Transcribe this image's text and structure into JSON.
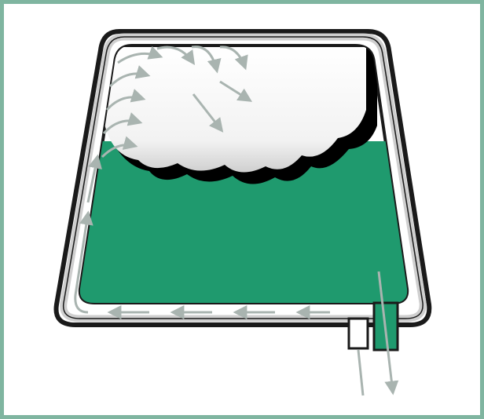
{
  "diagram": {
    "type": "jacketed-tank-illustration",
    "colors": {
      "frame": "#7fb5a0",
      "liquid": "#1f9a6e",
      "jacket_wall": "#1a1a1a",
      "jacket_gap": "#c9c9c9",
      "flow_arrow": "#a9b4b0",
      "vapor_shadow": "#000000",
      "vapor": "#ffffff"
    },
    "elements": [
      "outer-frame",
      "tank-jacket",
      "tank-inner-wall",
      "liquid-body",
      "vapor-cloud",
      "flow-arrows",
      "inlet-pipe",
      "outlet-pipe"
    ]
  }
}
